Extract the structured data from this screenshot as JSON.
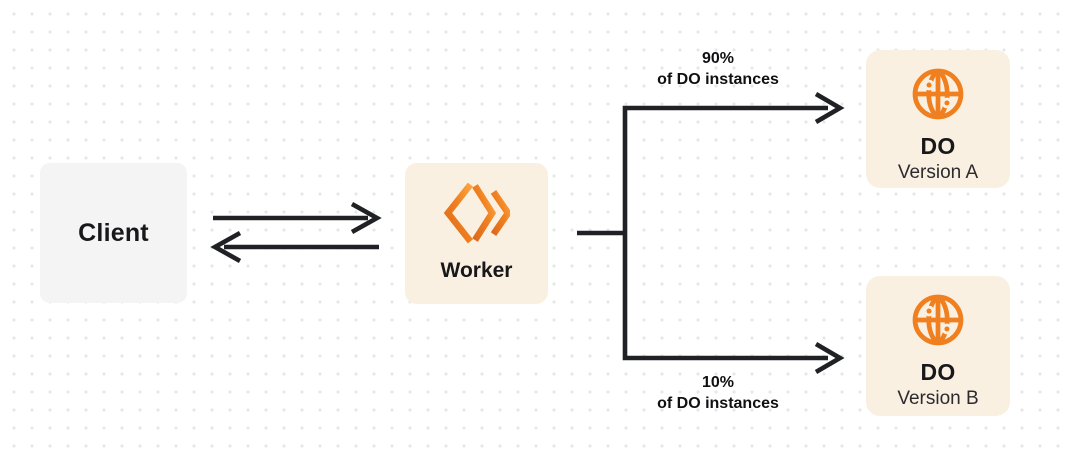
{
  "colors": {
    "accent": "#F0801F",
    "cream": "#FAF0E2",
    "gray": "#F4F4F5",
    "line": "#202124",
    "ink": "#18181B",
    "muted": "#2B2B2E",
    "dot": "#E7E7EA"
  },
  "nodes": {
    "client": {
      "label": "Client"
    },
    "worker": {
      "label": "Worker"
    },
    "do_version_a": {
      "title": "DO",
      "subtitle": "Version A"
    },
    "do_version_b": {
      "title": "DO",
      "subtitle": "Version B"
    }
  },
  "edges": {
    "to_version_a": {
      "percent": "90%",
      "caption": "of DO instances"
    },
    "to_version_b": {
      "percent": "10%",
      "caption": "of DO instances"
    }
  },
  "icons": {
    "worker": "cloudflare-workers-logo-icon",
    "durable_object": "globe-icon"
  }
}
